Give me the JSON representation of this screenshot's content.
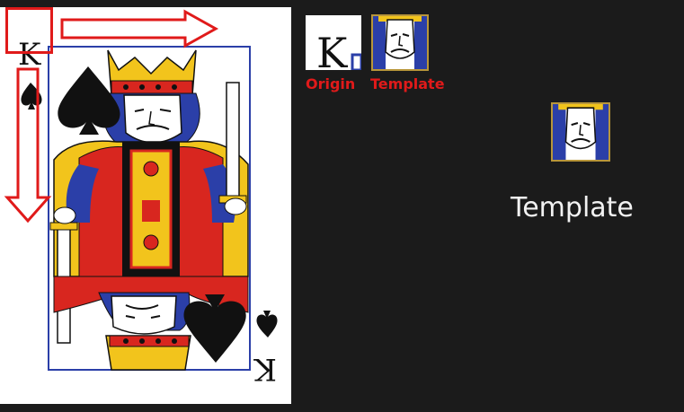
{
  "card": {
    "rank": "K",
    "suit_symbol": "♠"
  },
  "labels": {
    "origin": "Origin",
    "template_small": "Template",
    "template_large": "Template"
  },
  "colors": {
    "highlight_red": "#e01a1a",
    "background": "#1b1b1b",
    "card_blue": "#2b3fa8",
    "card_gold": "#f2c41c",
    "card_red": "#d8261f",
    "thumb_border": "#b8963a"
  }
}
